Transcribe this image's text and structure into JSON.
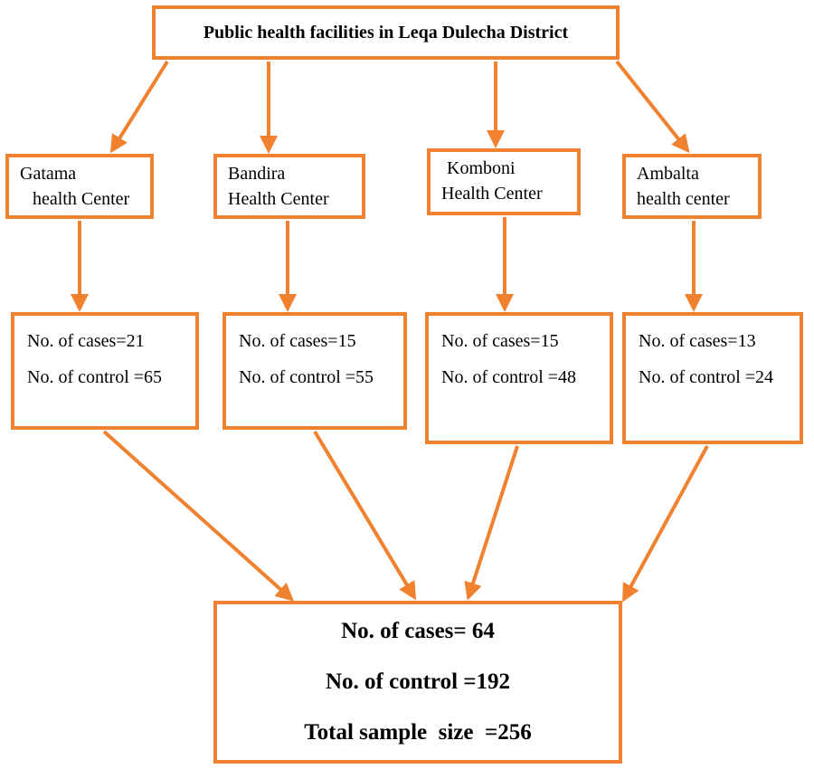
{
  "colors": {
    "accent": "#F0812F"
  },
  "root": {
    "label": "Public health facilities in Leqa Dulecha District"
  },
  "facilities": [
    {
      "line1": "Gatama",
      "line2": "health Center",
      "cases": "No. of cases=21",
      "controls": "No. of control =65"
    },
    {
      "line1": "Bandira",
      "line2": "Health Center",
      "cases": "No. of cases=15",
      "controls": "No. of control =55"
    },
    {
      "line1": "Komboni",
      "line2": "Health Center",
      "cases": "No. of cases=15",
      "controls": "No. of control =48"
    },
    {
      "line1": "Ambalta",
      "line2": "health center",
      "cases": "No. of cases=13",
      "controls": "No. of control =24"
    }
  ],
  "total": {
    "cases": "No. of cases= 64",
    "controls": "No. of control =192",
    "sample": "Total sample  size  =256"
  }
}
